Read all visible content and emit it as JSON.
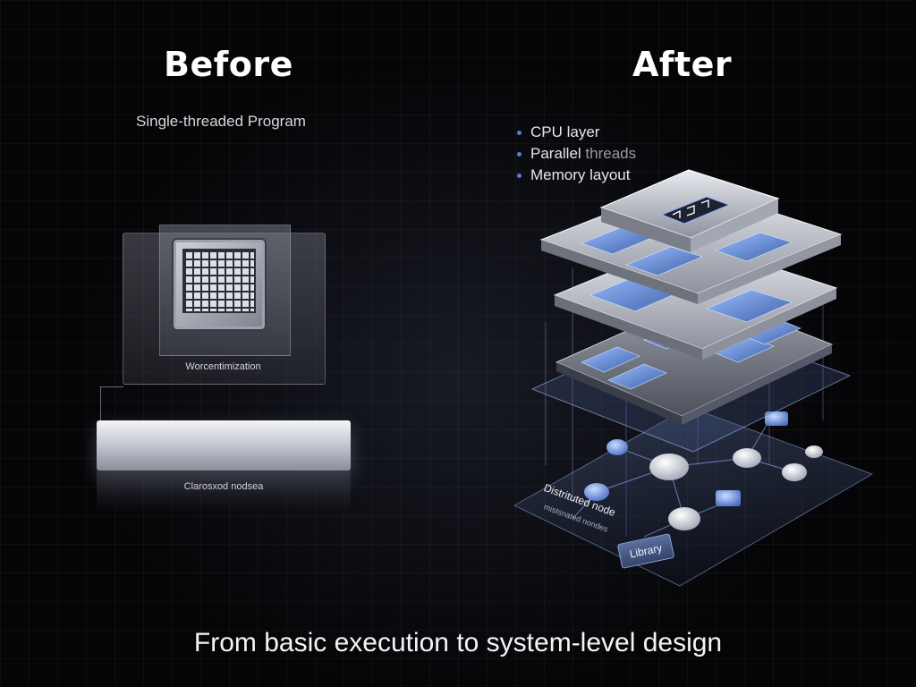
{
  "before": {
    "heading": "Before",
    "subtitle": "Single-threaded Program",
    "panel_label": "Worcentimization",
    "bar_label": "Clarosxod nodsea"
  },
  "after": {
    "heading": "After",
    "bullets": [
      {
        "main": "CPU layer",
        "fade": ""
      },
      {
        "main": "Parallel",
        "fade": " threads"
      },
      {
        "main": "Memory layout",
        "fade": ""
      }
    ],
    "node_label": "Distrituted node",
    "node_sublabel": "mistsnated nondes",
    "library_label": "Library"
  },
  "tagline": "From basic execution to system-level design",
  "colors": {
    "background": "#050507",
    "accent_blue": "#5a7fd6",
    "metal": "#c7cad3"
  }
}
